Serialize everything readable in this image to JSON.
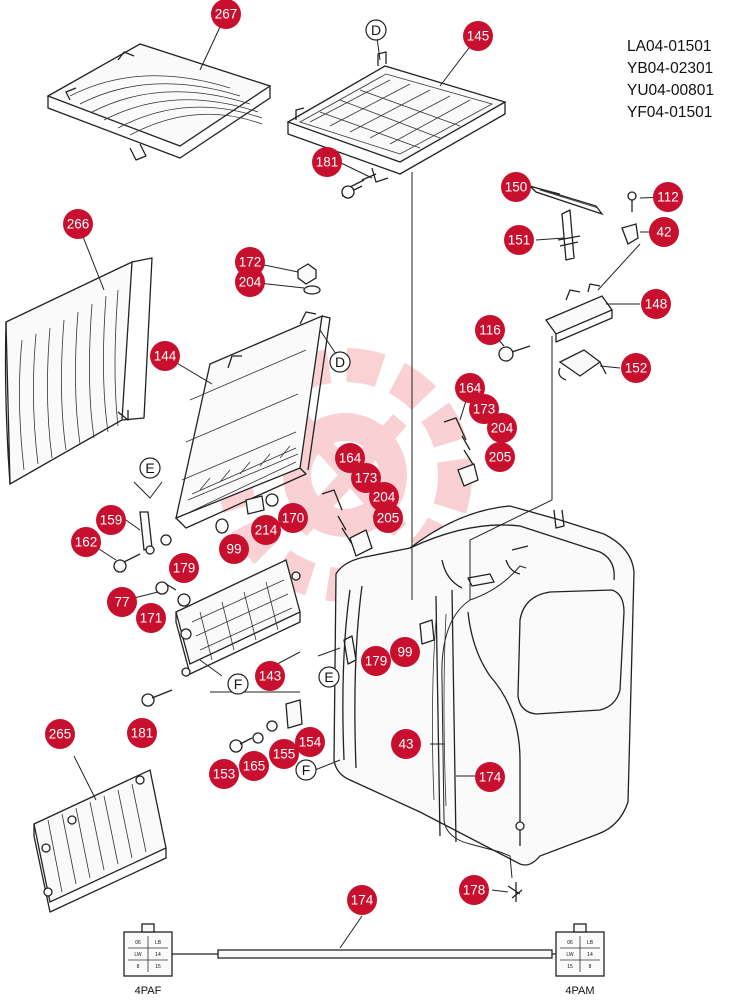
{
  "model_codes": [
    "LA04-01501",
    "YB04-02301",
    "YU04-00801",
    "YF04-01501"
  ],
  "callouts": [
    "267",
    "145",
    "181",
    "150",
    "112",
    "42",
    "151",
    "266",
    "172",
    "204",
    "148",
    "116",
    "152",
    "144",
    "164",
    "173",
    "204",
    "205",
    "164",
    "173",
    "204",
    "205",
    "159",
    "162",
    "179",
    "99",
    "214",
    "170",
    "77",
    "171",
    "143",
    "181",
    "179",
    "99",
    "265",
    "43",
    "174",
    "153",
    "165",
    "155",
    "154",
    "178",
    "174"
  ],
  "view_letters": [
    "D",
    "D",
    "E",
    "E",
    "F",
    "F"
  ],
  "connectors": {
    "left": "4PAF",
    "right": "4PAM"
  },
  "connector_pins": {
    "left": [
      "06",
      "LB",
      "LW",
      "14",
      "8",
      "15"
    ],
    "right": [
      "06",
      "LB",
      "LW",
      "14",
      "15",
      "8"
    ]
  },
  "colors": {
    "callout_fill": "#c8102e",
    "callout_text": "#ffffff",
    "line": "#222222",
    "watermark": "#e8303a"
  }
}
